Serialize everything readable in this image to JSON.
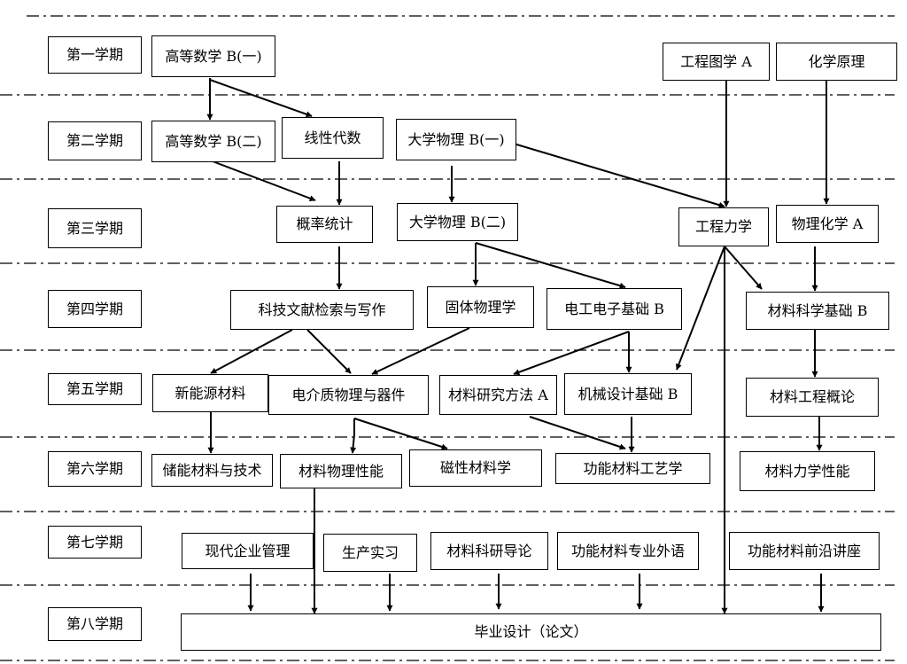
{
  "semesters": [
    "第一学期",
    "第二学期",
    "第三学期",
    "第四学期",
    "第五学期",
    "第六学期",
    "第七学期",
    "第八学期"
  ],
  "courses": {
    "gdsx1": "高等数学 B(一)",
    "gcxt": "工程图学 A",
    "hxyl": "化学原理",
    "gdsx2": "高等数学 B(二)",
    "xxds": "线性代数",
    "dxwl1": "大学物理 B(一)",
    "gltj": "概率统计",
    "dxwl2": "大学物理 B(二)",
    "gclx": "工程力学",
    "wlhx": "物理化学 A",
    "kjwx": "科技文献检索与写作",
    "gtwl": "固体物理学",
    "dgdz": "电工电子基础 B",
    "clkx": "材料科学基础 B",
    "xnycl": "新能源材料",
    "djzwl": "电介质物理与器件",
    "clyj": "材料研究方法 A",
    "jxsj": "机械设计基础 B",
    "clgc": "材料工程概论",
    "cnjs": "储能材料与技术",
    "clwl": "材料物理性能",
    "cxcl": "磁性材料学",
    "gngy": "功能材料工艺学",
    "lxxn": "材料力学性能",
    "xdqy": "现代企业管理",
    "scsx": "生产实习",
    "kydl": "材料科研导论",
    "zywy": "功能材料专业外语",
    "qyjz": "功能材料前沿讲座",
    "bysj": "毕业设计（论文）"
  }
}
